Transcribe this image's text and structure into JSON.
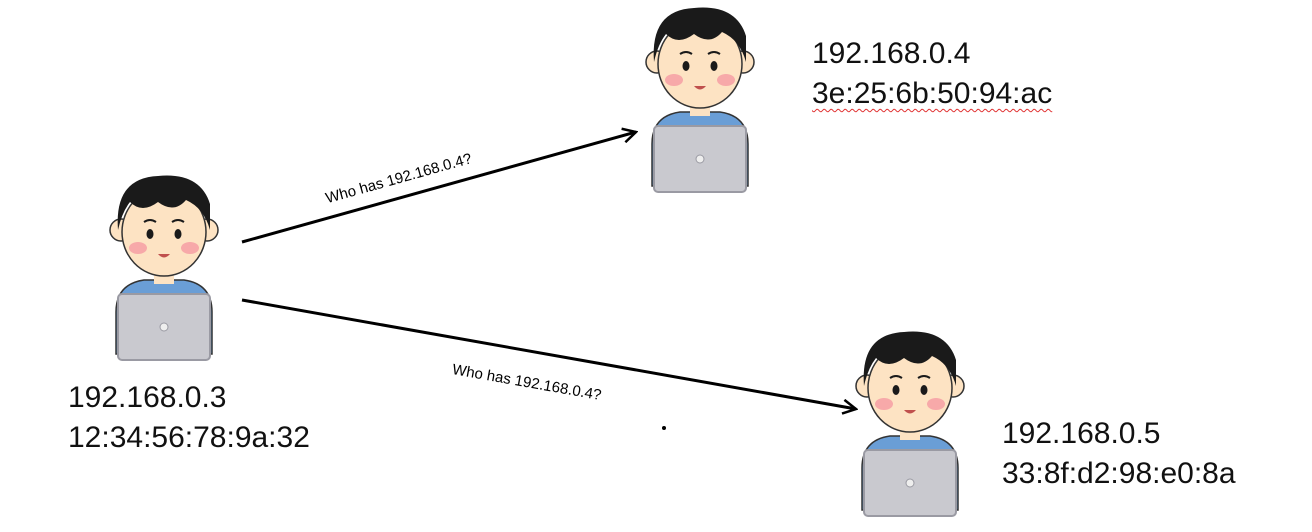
{
  "hosts": {
    "sender": {
      "ip": "192.168.0.3",
      "mac": "12:34:56:78:9a:32"
    },
    "target": {
      "ip": "192.168.0.4",
      "mac": "3e:25:6b:50:94:ac"
    },
    "other": {
      "ip": "192.168.0.5",
      "mac": "33:8f:d2:98:e0:8a"
    }
  },
  "messages": {
    "to_target": "Who has 192.168.0.4?",
    "to_other": "Who has 192.168.0.4?"
  },
  "colors": {
    "hair": "#1a1a1a",
    "skin": "#fde3c3",
    "cheek": "#f7a9a9",
    "shirt": "#6a9ed6",
    "laptop": "#c9c9cf",
    "laptop_edge": "#9a9aa3",
    "arrow": "#000000"
  }
}
